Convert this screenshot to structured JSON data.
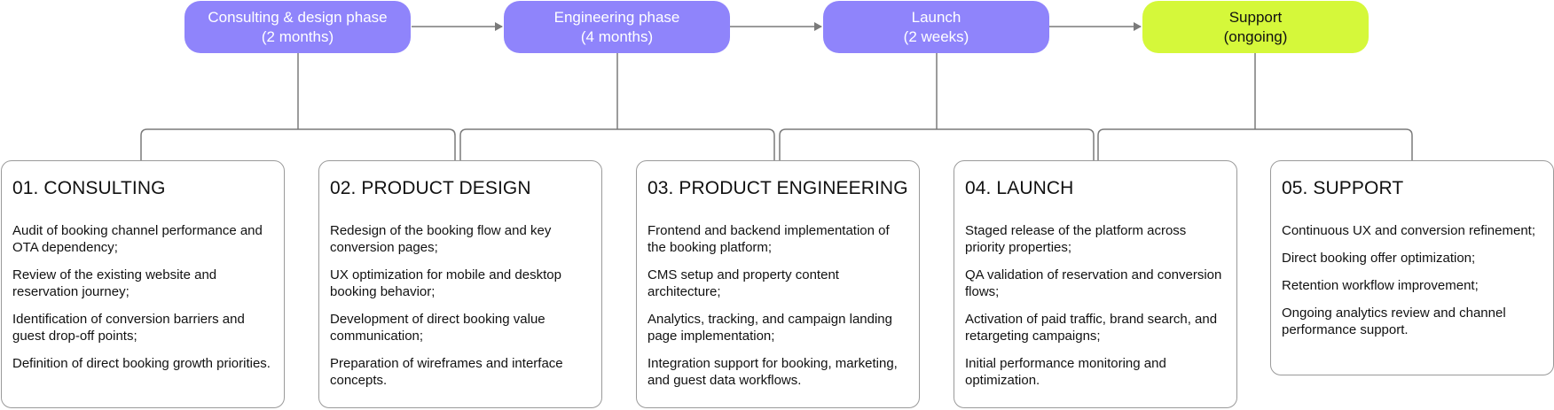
{
  "phases": [
    {
      "name": "Consulting & design phase",
      "duration": "(2 months)"
    },
    {
      "name": "Engineering phase",
      "duration": "(4 months)"
    },
    {
      "name": "Launch",
      "duration": "(2 weeks)"
    },
    {
      "name": "Support",
      "duration": "(ongoing)"
    }
  ],
  "cards": [
    {
      "title": "01. CONSULTING",
      "items": [
        "Audit of booking channel performance and OTA dependency;",
        "Review of the existing website and reservation journey;",
        "Identification of conversion barriers and guest drop-off points;",
        "Definition of direct booking growth priorities."
      ]
    },
    {
      "title": "02. PRODUCT DESIGN",
      "items": [
        "Redesign of the booking flow and key conversion pages;",
        "UX optimization for mobile and desktop booking behavior;",
        "Development of direct booking value communication;",
        "Preparation of wireframes and interface concepts."
      ]
    },
    {
      "title": "03. PRODUCT ENGINEERING",
      "items": [
        "Frontend and backend implementation of the booking platform;",
        "CMS setup and property content architecture;",
        "Analytics, tracking, and campaign landing page implementation;",
        "Integration support for booking, marketing, and guest data workflows."
      ]
    },
    {
      "title": "04. LAUNCH",
      "items": [
        "Staged release of the platform across priority properties;",
        "QA validation of reservation and conversion flows;",
        "Activation of paid traffic, brand search, and retargeting campaigns;",
        "Initial performance monitoring and optimization."
      ]
    },
    {
      "title": "05. SUPPORT",
      "items": [
        "Continuous UX and conversion refinement;",
        "Direct booking offer optimization;",
        "Retention workflow improvement;",
        "Ongoing analytics review and channel performance support."
      ]
    }
  ],
  "colors": {
    "phase_purple": "#8f84fb",
    "phase_support_lime": "#d5f83a",
    "connector_gray": "#7a7a7a",
    "card_border": "#9a9a9a"
  }
}
